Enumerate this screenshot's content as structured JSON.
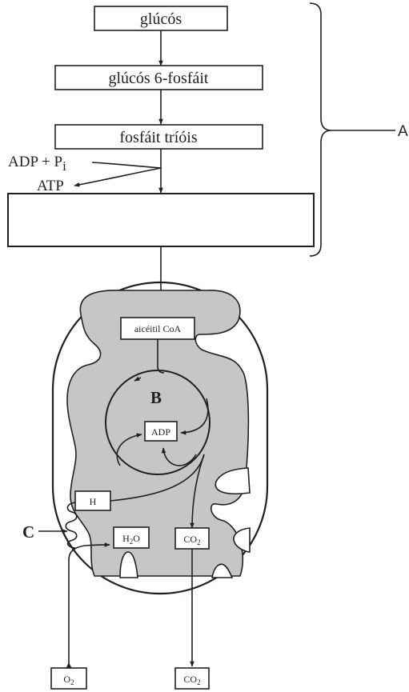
{
  "colors": {
    "ink": "#231f20",
    "matrix": "#c6c6c6",
    "background": "#ffffff"
  },
  "glycolysis": {
    "step1": "glúcós",
    "step2": "glúcós 6-fosfáit",
    "step3": "fosfáit tríóis",
    "step4_blank": "",
    "adp_pi_prefix": "ADP + P",
    "adp_pi_sub": "i",
    "atp": "ATP"
  },
  "labels": {
    "A": "A",
    "B": "B",
    "C": "C"
  },
  "mitochondrion": {
    "acetyl": "aicéitil CoA",
    "adp": "ADP",
    "h": "H",
    "h2o_main": "H",
    "h2o_sub": "2",
    "h2o_tail": "O",
    "co2_inner_main": "CO",
    "co2_inner_sub": "2",
    "o2_main": "O",
    "o2_sub": "2",
    "co2_outer_main": "CO",
    "co2_outer_sub": "2"
  }
}
